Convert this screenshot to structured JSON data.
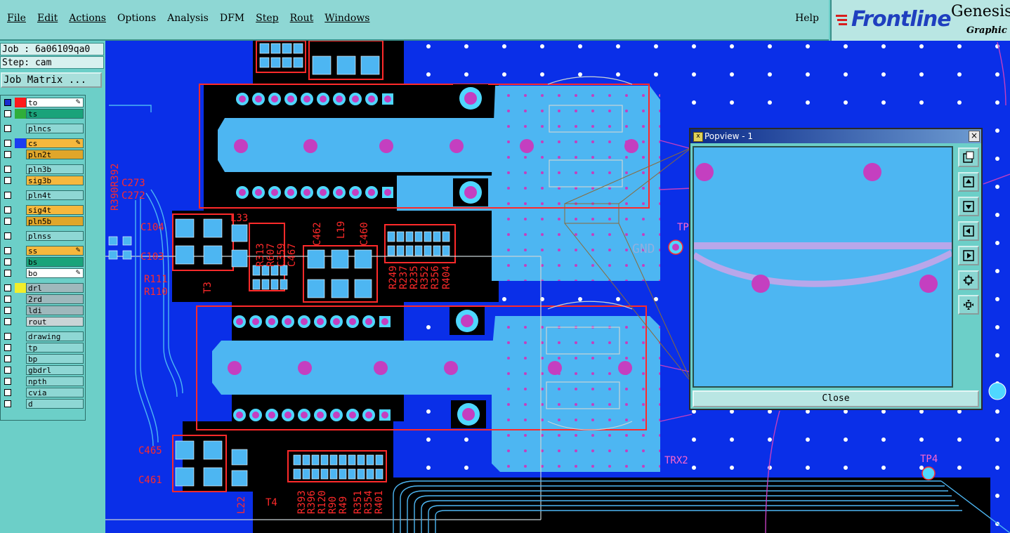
{
  "menu": {
    "items": [
      "File",
      "Edit",
      "Actions",
      "Options",
      "Analysis",
      "DFM",
      "Step",
      "Rout",
      "Windows"
    ],
    "help": "Help"
  },
  "brand": {
    "logo": "Frontline",
    "product": "Genesis",
    "subtitle": "Graphic Ed"
  },
  "job": {
    "job_line": "Job : 6a06109qa0",
    "step_line": "Step: cam",
    "matrix_button": "Job Matrix ..."
  },
  "layers": [
    {
      "name": "to",
      "color": "#ffffff",
      "swatch": "#ff1a1a",
      "affected": true,
      "work": true
    },
    {
      "name": "ts",
      "color": "#1aa37a",
      "swatch": "#2fae3a"
    },
    {
      "name": "plncs",
      "color": "#8ed7d4"
    },
    {
      "name": "cs",
      "color": "#f6b83d",
      "swatch": "#1a3df0",
      "affected": true
    },
    {
      "name": "pln2t",
      "color": "#e0a62a"
    },
    {
      "name": "pln3b",
      "color": "#8ed7d4"
    },
    {
      "name": "sig3b",
      "color": "#f6b83d"
    },
    {
      "name": "pln4t",
      "color": "#8ed7d4"
    },
    {
      "name": "sig4t",
      "color": "#f6b83d"
    },
    {
      "name": "pln5b",
      "color": "#e0a62a"
    },
    {
      "name": "plnss",
      "color": "#8ed7d4"
    },
    {
      "name": "ss",
      "color": "#f6b83d",
      "affected": true
    },
    {
      "name": "bs",
      "color": "#1aa37a"
    },
    {
      "name": "bo",
      "color": "#ffffff",
      "affected": true
    },
    {
      "name": "drl",
      "color": "#9fb8bc",
      "swatch": "#f2ee2a"
    },
    {
      "name": "2rd",
      "color": "#9fb8bc"
    },
    {
      "name": "ldi",
      "color": "#9fb8bc"
    },
    {
      "name": "rout",
      "color": "#c9d4d6"
    },
    {
      "name": "drawing",
      "color": "#8ed7d4"
    },
    {
      "name": "tp",
      "color": "#8ed7d4"
    },
    {
      "name": "bp",
      "color": "#8ed7d4"
    },
    {
      "name": "gbdrl",
      "color": "#8ed7d4"
    },
    {
      "name": "npth",
      "color": "#8ed7d4"
    },
    {
      "name": "cvia",
      "color": "#8ed7d4"
    },
    {
      "name": "d",
      "color": "#8ed7d4"
    }
  ],
  "board": {
    "labels": {
      "c273": "C273",
      "c272": "C272",
      "r390r392": "R390R392",
      "c104": "C104",
      "c103": "C103",
      "l33": "L33",
      "r111": "R111",
      "r110": "R110",
      "t3": "T3",
      "r313": "R313",
      "r607": "R607",
      "c359": "C359",
      "c467": "C467",
      "c462": "C462",
      "l19": "L19",
      "c460": "C460",
      "r249": "R249",
      "r237": "R237",
      "r235": "R235",
      "r352": "R352",
      "r356": "R356",
      "r404": "R404",
      "c465": "C465",
      "c461": "C461",
      "l22": "L22",
      "t4": "T4",
      "r393": "R393",
      "r396": "R396",
      "r120": "R120",
      "r90": "R90",
      "r49": "R49",
      "r351": "R351",
      "r354": "R354",
      "r401": "R401",
      "gnd": "GND",
      "tp": "TP",
      "trx2": "TRX2",
      "tp4": "TP4"
    },
    "colors": {
      "ground": "#0a2fe8",
      "copper": "#4db6f2",
      "void": "#000000",
      "silk": "#ff2a2a",
      "drill": "#c43fc0",
      "pad": "#4fd7ff"
    }
  },
  "popview": {
    "title": "Popview - 1",
    "close_label": "Close",
    "close_x": "×",
    "icon": "x"
  }
}
